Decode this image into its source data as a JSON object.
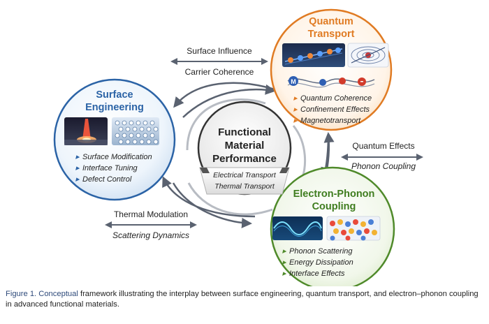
{
  "colors": {
    "surface": "#2b63a6",
    "quantum": "#e07b23",
    "phonon": "#4f8a2a",
    "center": "#333333",
    "arrow": "#5a6270"
  },
  "center": {
    "title_lines": [
      "Functional",
      "Material",
      "Performance"
    ],
    "sub_lines": [
      "Electrical Transport",
      "Thermal Transport"
    ]
  },
  "nodes": {
    "surface": {
      "title_lines": [
        "Surface",
        "Engineering"
      ],
      "items": [
        "Surface Modification",
        "Interface Tuning",
        "Defect Control"
      ]
    },
    "quantum": {
      "title_lines": [
        "Quantum",
        "Transport"
      ],
      "items": [
        "Quantum Coherence",
        "Confinement Effects",
        "Magnetotransport"
      ],
      "badge": "M"
    },
    "phonon": {
      "title_lines": [
        "Electron-Phonon",
        "Coupling"
      ],
      "items": [
        "Phonon Scattering",
        "Energy Dissipation",
        "Interface Effects"
      ]
    }
  },
  "links": {
    "top": [
      "Surface Influence",
      "Carrier Coherence"
    ],
    "right": [
      "Quantum Effects",
      "Phonon Coupling"
    ],
    "left": [
      "Thermal Modulation",
      "Scattering Dynamics"
    ]
  },
  "caption": {
    "lead": "Figure 1. Conceptual",
    "text": " framework illustrating the interplay between surface engineering, quantum transport, and electron–phonon coupling in advanced functional materials."
  }
}
